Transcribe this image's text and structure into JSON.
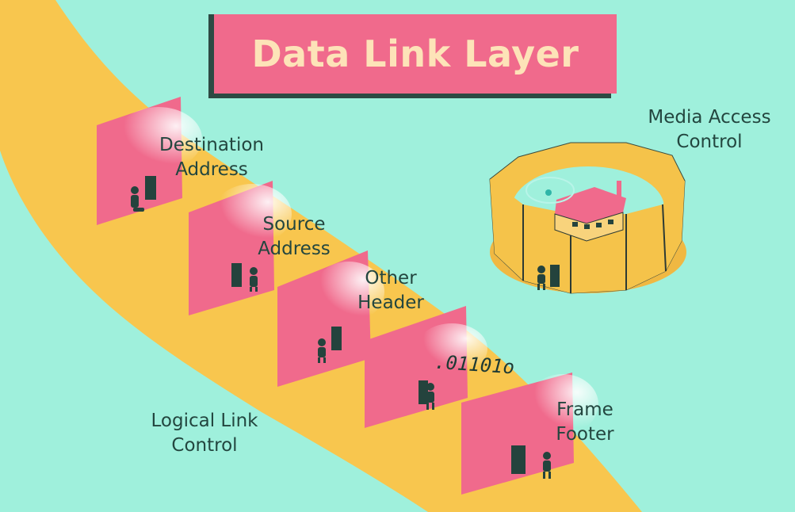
{
  "title": "Data Link Layer",
  "labels": {
    "destination_address": [
      "Destination",
      "Address"
    ],
    "source_address": [
      "Source",
      "Address"
    ],
    "other_header": [
      "Other",
      "Header"
    ],
    "frame_footer": [
      "Frame",
      "Footer"
    ],
    "logical_link_control": [
      "Logical Link",
      "Control"
    ],
    "media_access_control": [
      "Media Access",
      "Control"
    ]
  },
  "binary_stream": ".01101o",
  "colors": {
    "background": "#9ff0dc",
    "road": "#f8c64e",
    "wall": "#f06a8c",
    "title_box": "#f06a8c",
    "title_text": "#fde3b8",
    "title_shadow": "#2d4a43",
    "fence": "#f5c34a",
    "ink": "#23463f"
  }
}
